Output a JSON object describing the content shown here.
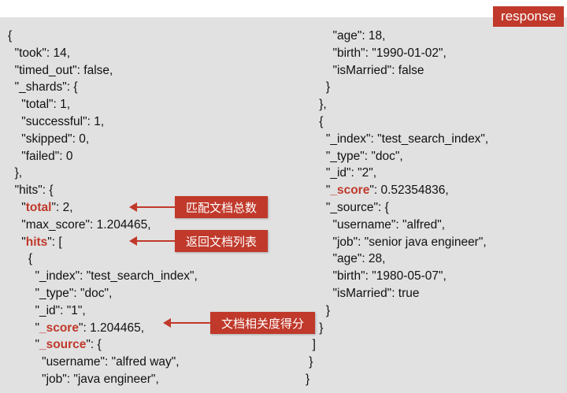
{
  "tag": {
    "label": "response"
  },
  "left_lines": [
    "{",
    "  \"took\": 14,",
    "  \"timed_out\": false,",
    "  \"_shards\": {",
    "    \"total\": 1,",
    "    \"successful\": 1,",
    "    \"skipped\": 0,",
    "    \"failed\": 0",
    "  },",
    "  \"hits\": {",
    "    \"total\": 2,",
    "    \"max_score\": 1.204465,",
    "    \"hits\": [",
    "      {",
    "        \"_index\": \"test_search_index\",",
    "        \"_type\": \"doc\",",
    "        \"_id\": \"1\",",
    "        \"_score\": 1.204465,",
    "        \"_source\": {",
    "          \"username\": \"alfred way\",",
    "          \"job\": \"java engineer\","
  ],
  "right_lines": [
    "        \"age\": 18,",
    "        \"birth\": \"1990-01-02\",",
    "        \"isMarried\": false",
    "      }",
    "    },",
    "    {",
    "      \"_index\": \"test_search_index\",",
    "      \"_type\": \"doc\",",
    "      \"_id\": \"2\",",
    "      \"_score\": 0.52354836,",
    "      \"_source\": {",
    "        \"username\": \"alfred\",",
    "        \"job\": \"senior java engineer\",",
    "        \"age\": 28,",
    "        \"birth\": \"1980-05-07\",",
    "        \"isMarried\": true",
    "      }",
    "    }",
    "  ]",
    " }",
    "}"
  ],
  "highlight_keys": [
    "total",
    "hits",
    "_score",
    "_source"
  ],
  "highlights": {
    "left": [
      10,
      12,
      17,
      18
    ],
    "right": [
      9
    ]
  },
  "callouts": [
    {
      "label": "匹配文档总数"
    },
    {
      "label": "返回文档列表"
    },
    {
      "label": "文档相关度得分"
    }
  ],
  "colors": {
    "accent": "#c0392b",
    "panel": "#e1e1e1"
  }
}
